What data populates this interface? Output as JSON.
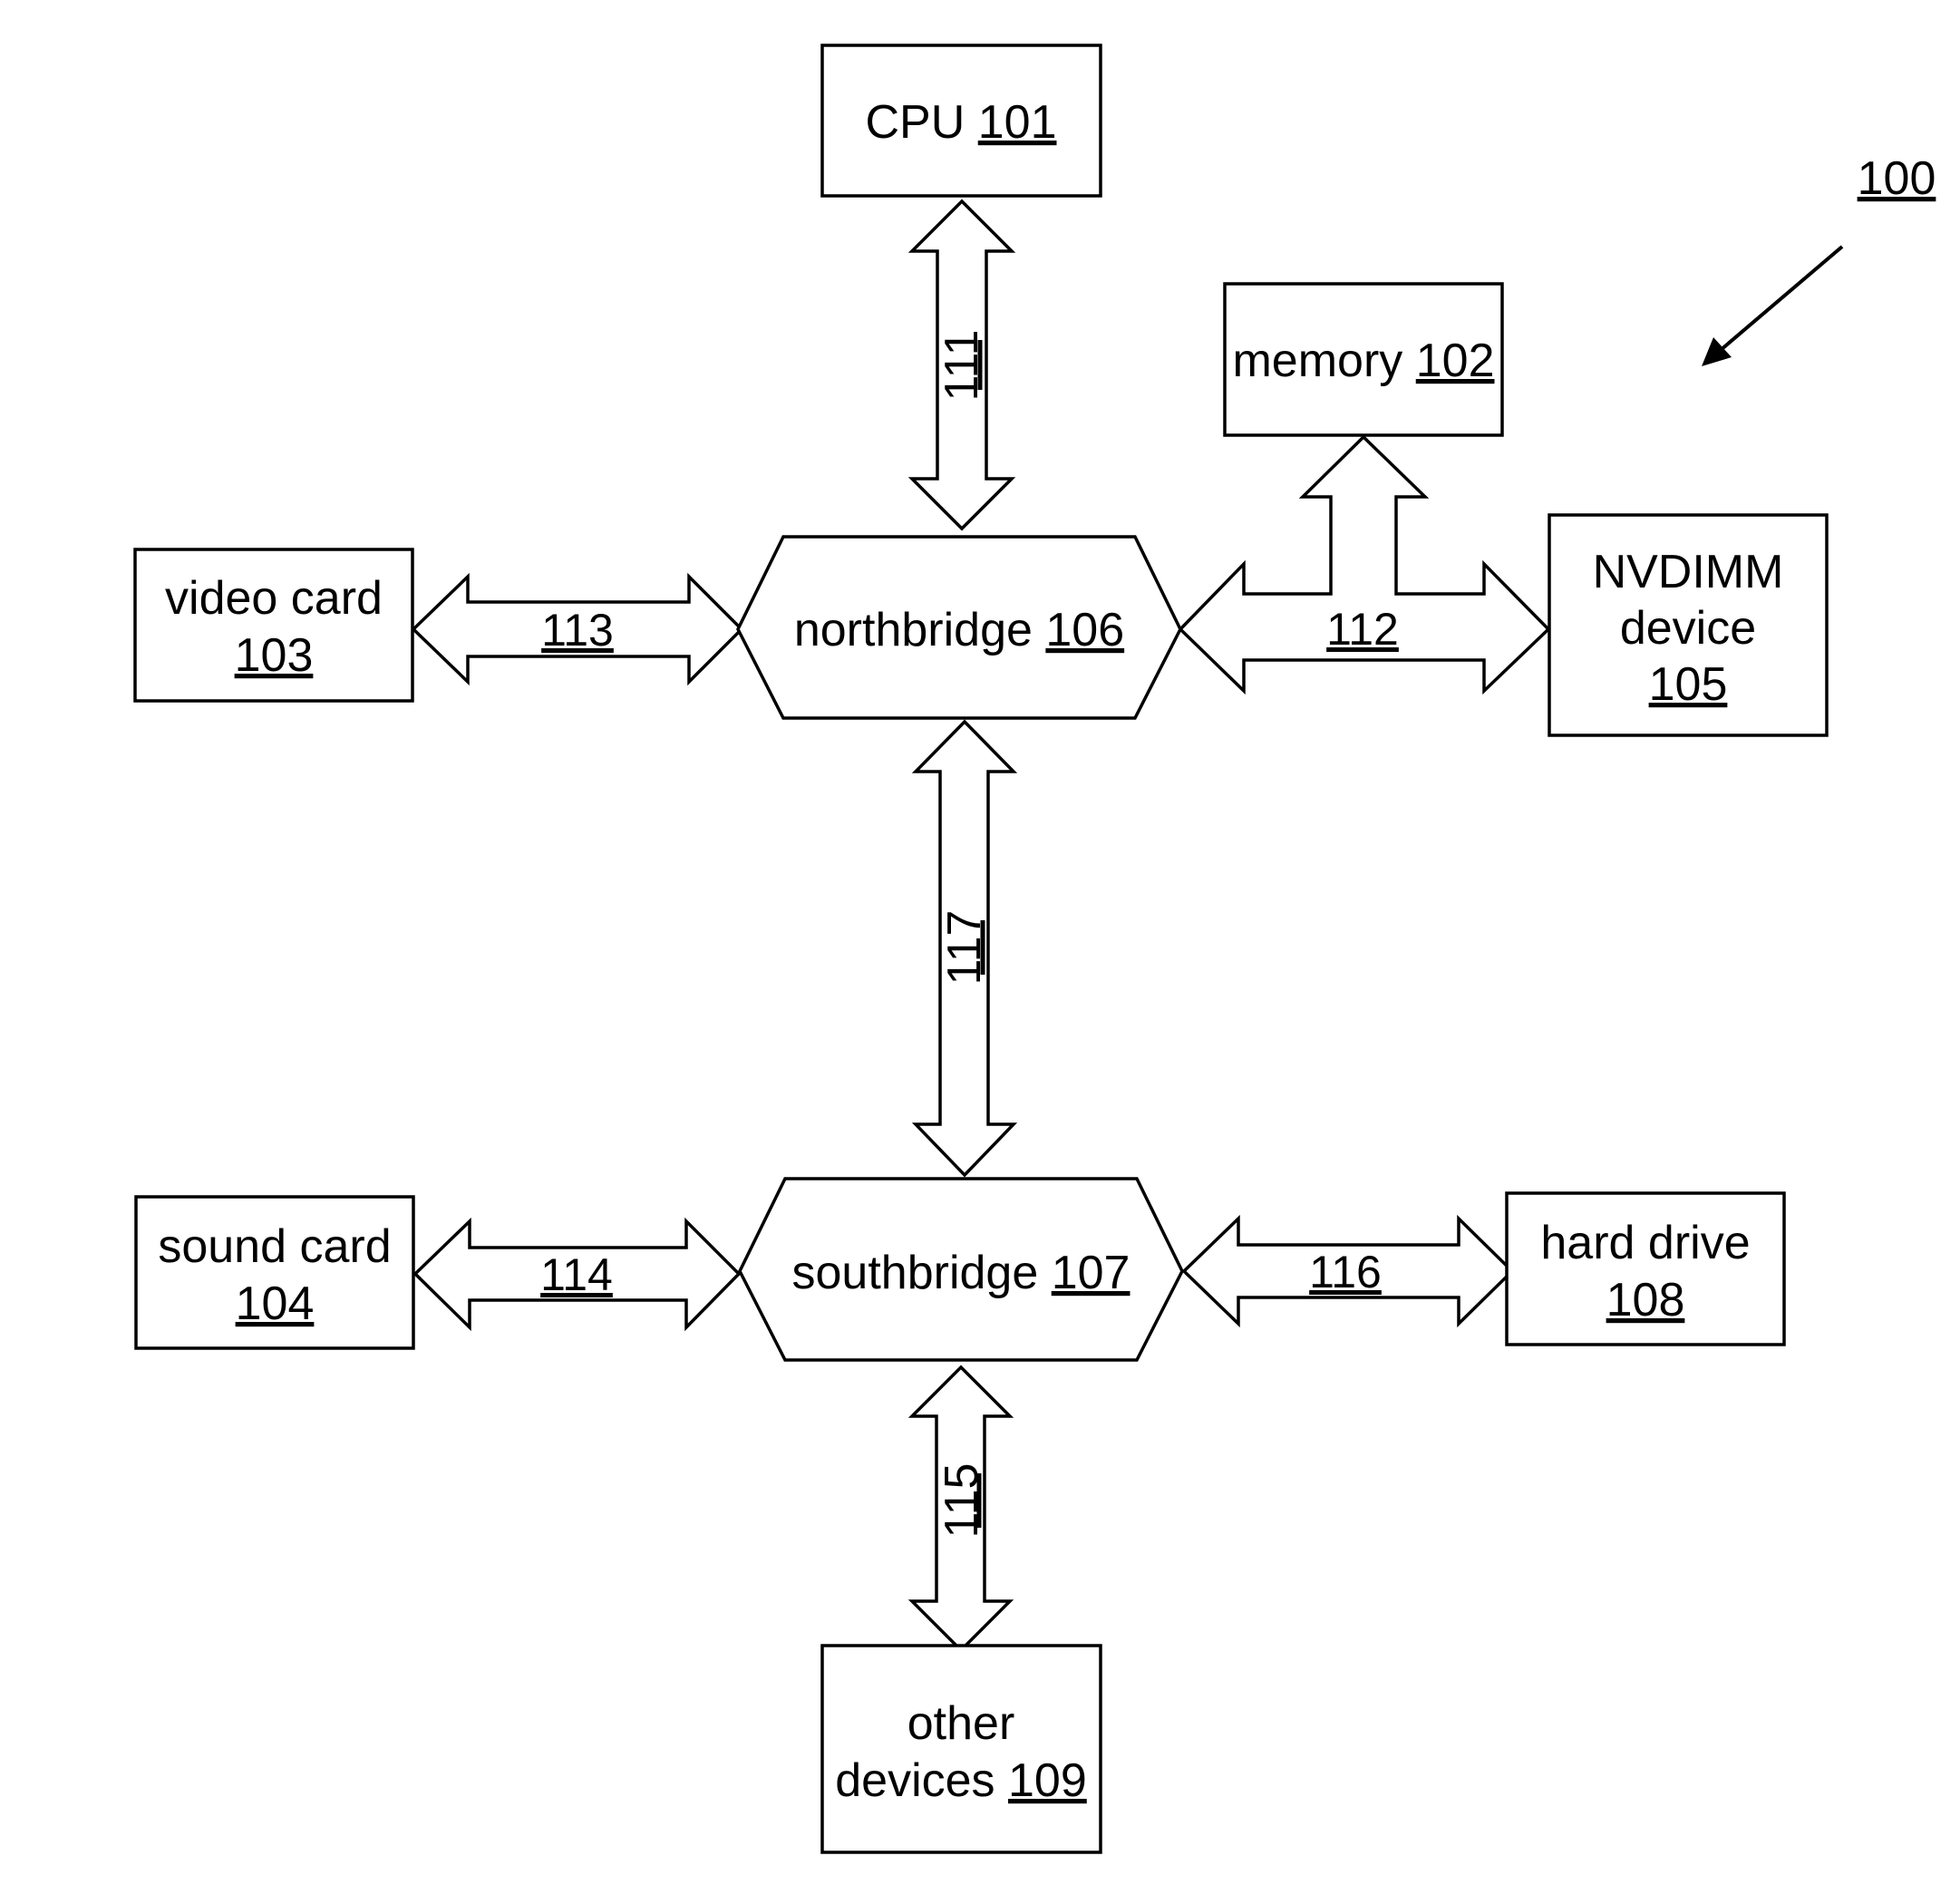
{
  "figure_ref": "100",
  "components": {
    "cpu": {
      "name": "CPU",
      "ref": "101"
    },
    "memory": {
      "name": "memory",
      "ref": "102"
    },
    "video_card": {
      "name": "video card",
      "ref": "103"
    },
    "sound_card": {
      "name": "sound card",
      "ref": "104"
    },
    "nvdimm": {
      "name_line1": "NVDIMM",
      "name_line2": "device",
      "ref": "105"
    },
    "northbridge": {
      "name": "northbridge",
      "ref": "106"
    },
    "southbridge": {
      "name": "southbridge",
      "ref": "107"
    },
    "hard_drive": {
      "name": "hard drive",
      "ref": "108"
    },
    "other_devices": {
      "name_line1": "other",
      "name_line2": "devices",
      "ref": "109"
    }
  },
  "buses": {
    "cpu_northbridge": "111",
    "northbridge_memory_nvdimm": "112",
    "videocard_northbridge": "113",
    "soundcard_southbridge": "114",
    "southbridge_other": "115",
    "southbridge_harddrive": "116",
    "northbridge_southbridge": "117"
  }
}
